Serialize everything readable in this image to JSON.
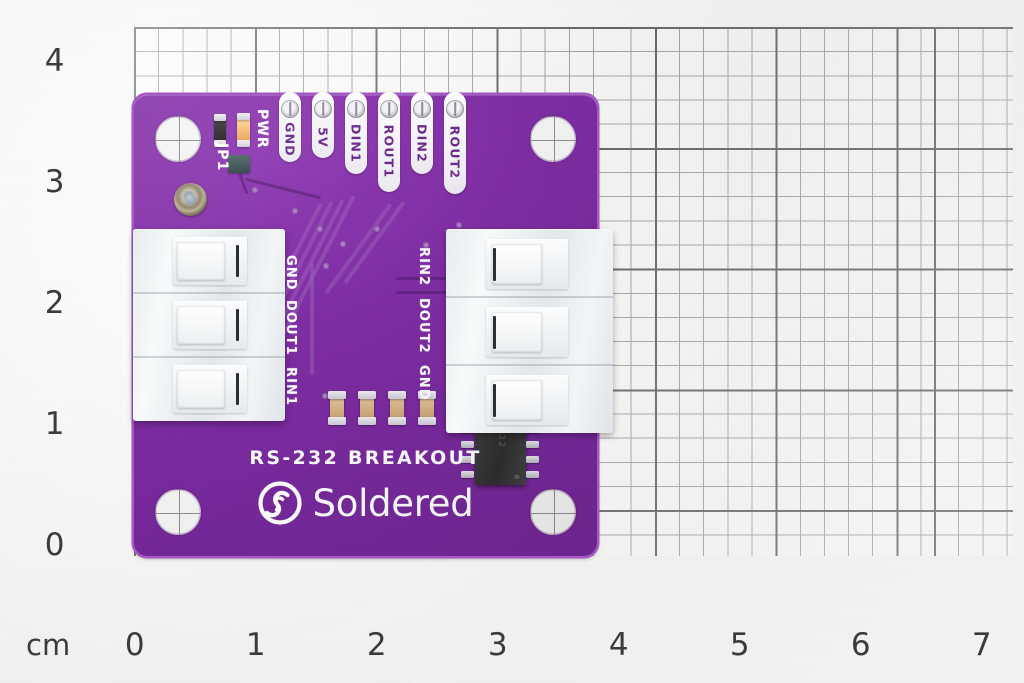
{
  "scene": {
    "description": "Photo of an RS-232 breakout PCB on graph paper",
    "board_color": "#7f2ea4",
    "paper_color": "#f1f1ef",
    "grid_major_color": "#5a5a5a",
    "grid_minor_color": "#9a9a9a"
  },
  "ruler": {
    "unit_label": "cm",
    "x_ticks": [
      "0",
      "1",
      "2",
      "3",
      "4",
      "5",
      "6",
      "7"
    ],
    "y_ticks": [
      "4",
      "3",
      "2",
      "1",
      "0"
    ]
  },
  "board": {
    "title": "RS-232 BREAKOUT",
    "brand": "Soldered",
    "header_pins": [
      {
        "label": "GND"
      },
      {
        "label": "5V"
      },
      {
        "label": "DIN1"
      },
      {
        "label": "ROUT1"
      },
      {
        "label": "DIN2"
      },
      {
        "label": "ROUT2"
      }
    ],
    "silkscreen": {
      "pwr": "PWR",
      "jp1": "JP1",
      "left_terminal": [
        "GND",
        "DOUT1",
        "RIN1"
      ],
      "right_terminal": [
        "RIN2",
        "DOUT2",
        "GND"
      ]
    },
    "ic": {
      "marking": "MAX3232"
    }
  }
}
